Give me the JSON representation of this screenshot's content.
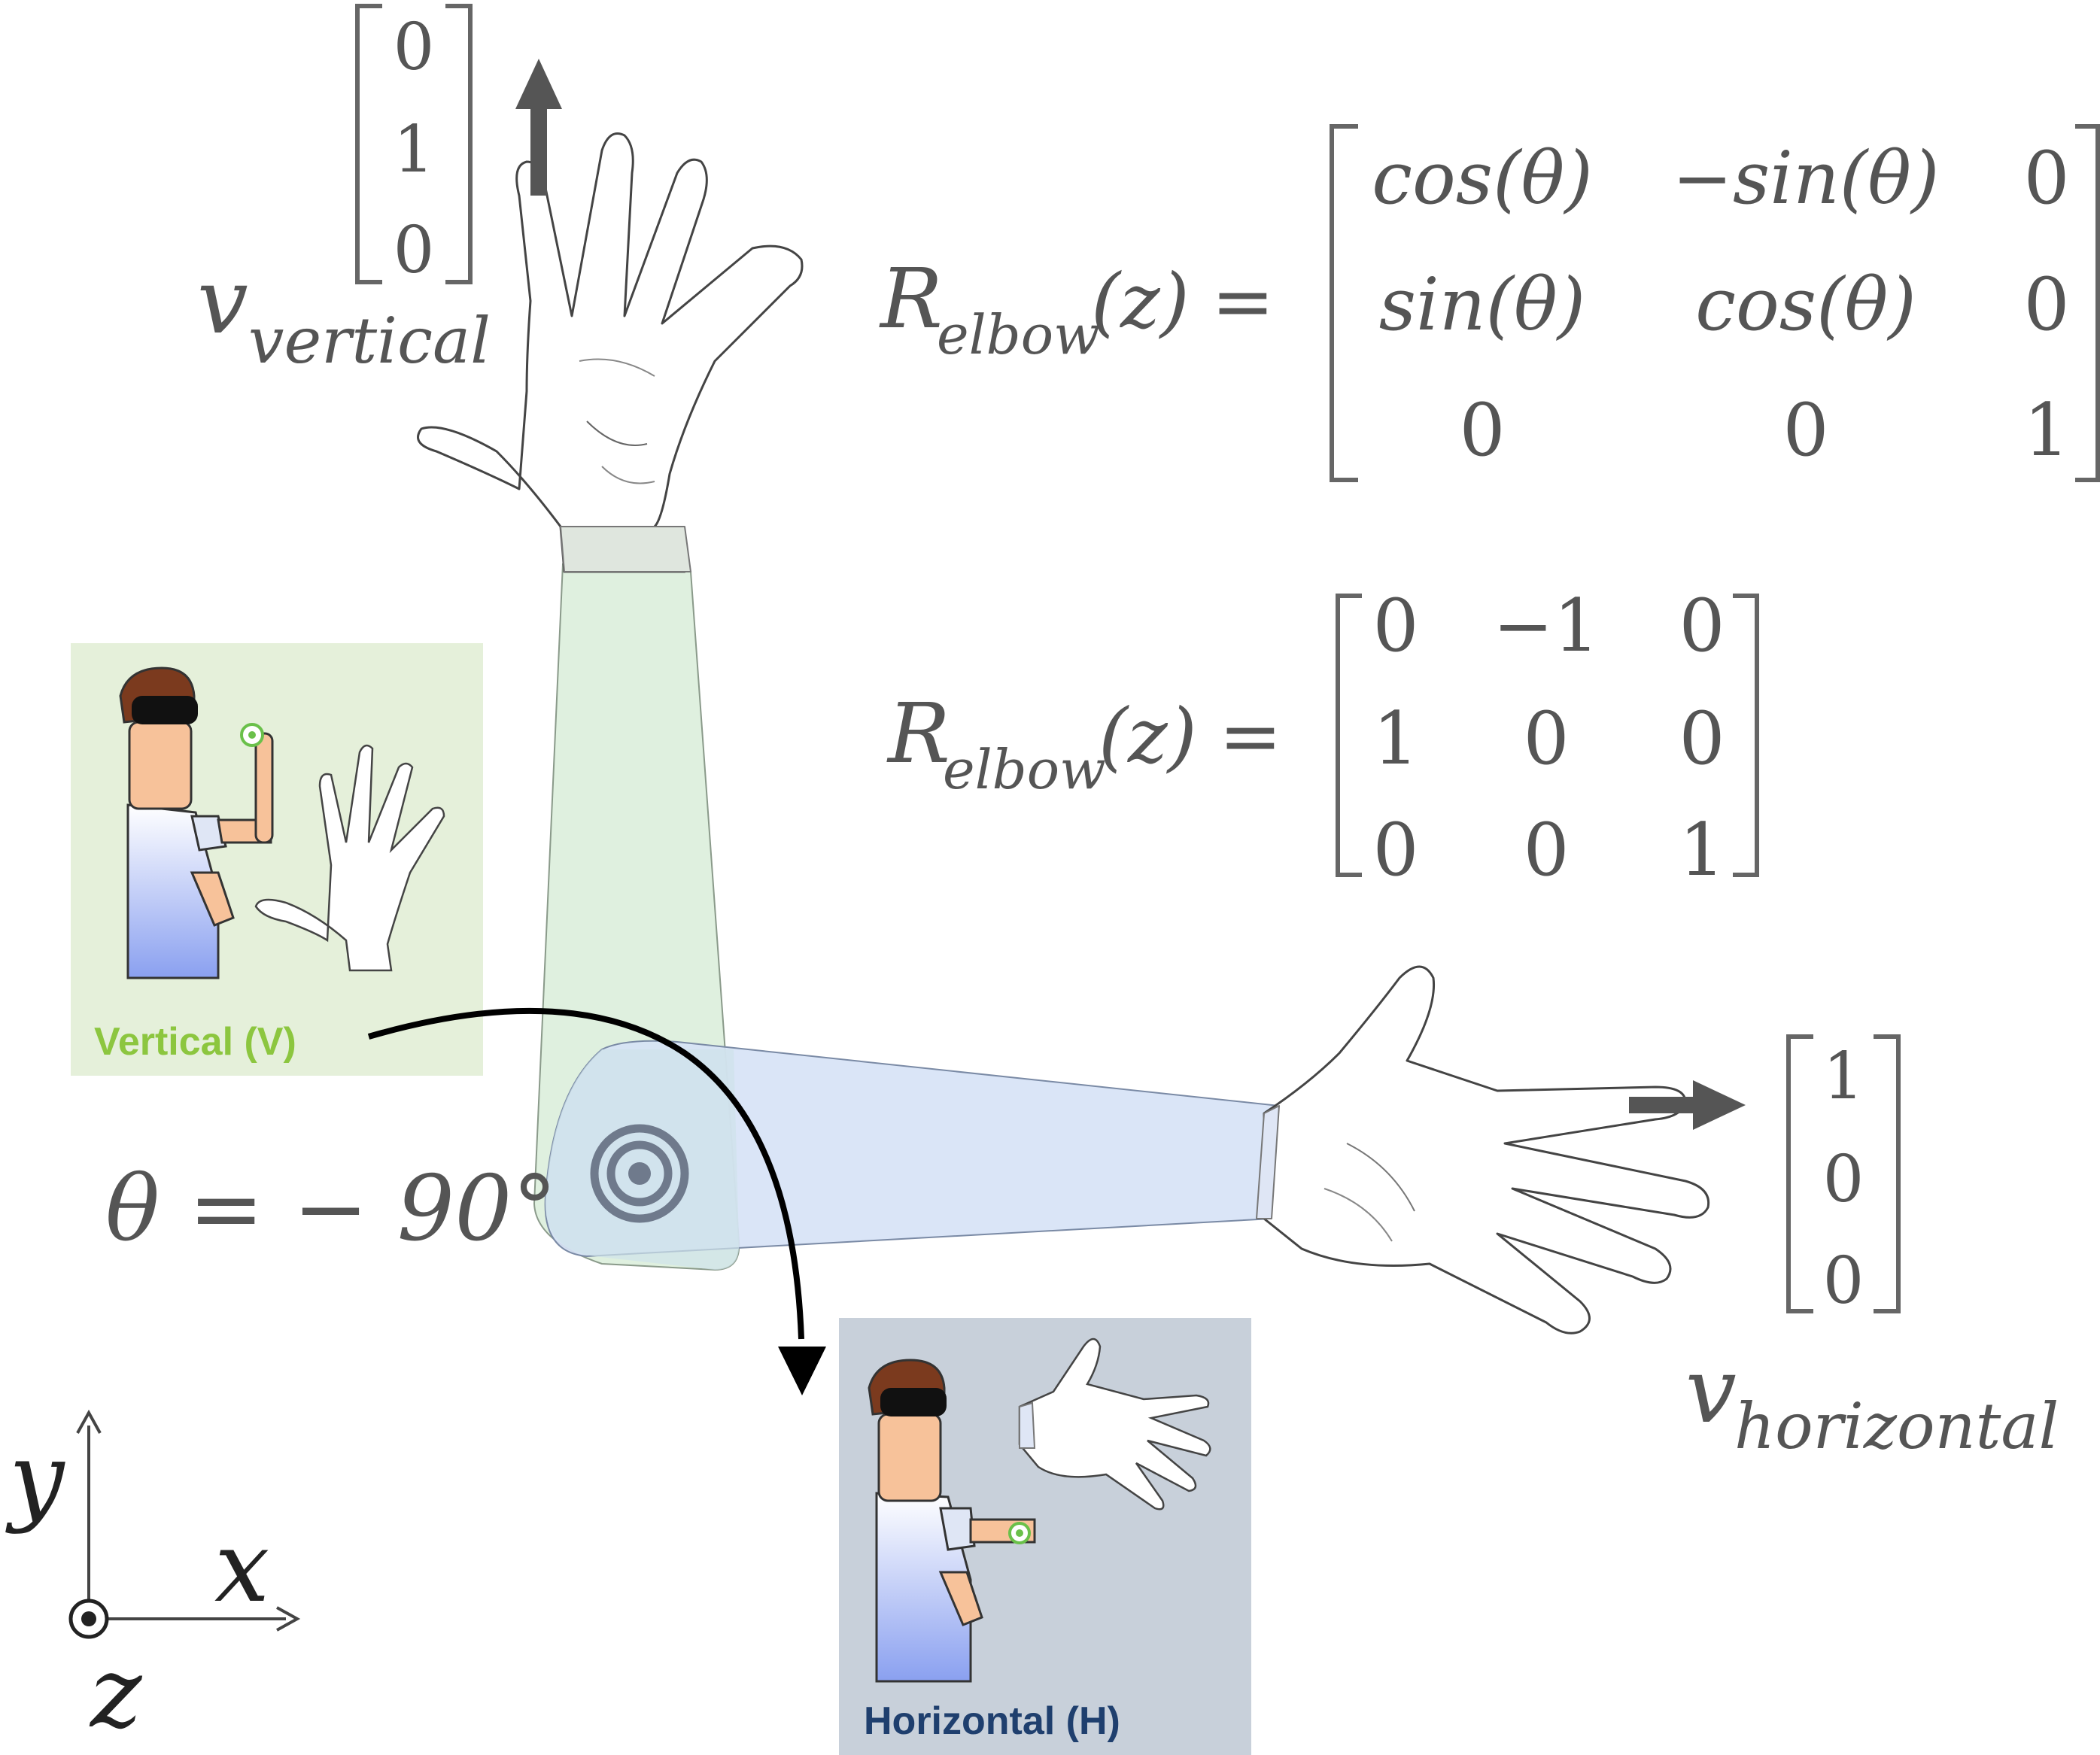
{
  "vectors": {
    "vertical": {
      "subscript": "vertical",
      "symbol": "v",
      "components": [
        "0",
        "1",
        "0"
      ]
    },
    "horizontal": {
      "subscript": "horizontal",
      "symbol": "v",
      "components": [
        "1",
        "0",
        "0"
      ]
    }
  },
  "equations": {
    "general": {
      "lhs_symbol": "R",
      "lhs_subscript": "elbow",
      "lhs_arg": "(z)",
      "equals": "=",
      "matrix": [
        [
          "cos(θ)",
          "−sin(θ)",
          "0"
        ],
        [
          "sin(θ)",
          "cos(θ)",
          "0"
        ],
        [
          "0",
          "0",
          "1"
        ]
      ]
    },
    "specific": {
      "lhs_symbol": "R",
      "lhs_subscript": "elbow",
      "lhs_arg": "(z)",
      "equals": "=",
      "matrix": [
        [
          "0",
          "−1",
          "0"
        ],
        [
          "1",
          "0",
          "0"
        ],
        [
          "0",
          "0",
          "1"
        ]
      ]
    }
  },
  "angle": {
    "label": "θ = − 90°"
  },
  "insets": {
    "vertical": {
      "label": "Vertical (V)",
      "label_color": "#8cc63f",
      "bg": "#e5f0da"
    },
    "horizontal": {
      "label": "Horizontal (H)",
      "label_color": "#1f3f6e",
      "bg": "#c8d0da"
    }
  },
  "axes": {
    "x": "x",
    "y": "y",
    "z": "z"
  },
  "colors": {
    "text_gray": "#555555",
    "forearm_vertical": "#dff0df",
    "forearm_horizontal": "#dbe5f5",
    "arrow_gray": "#555555",
    "curve_arrow": "#000000",
    "elbow_icon": "#6f7a8c"
  }
}
